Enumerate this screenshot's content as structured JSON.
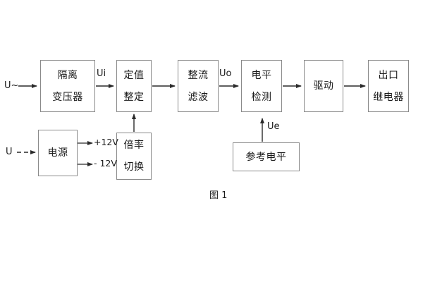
{
  "figure": {
    "caption": "图 1",
    "background": "#ffffff",
    "line_color": "#8a8a8a",
    "text_color": "#1a1a1a"
  },
  "blocks": [
    {
      "id": "isolation-transformer",
      "lines": [
        "隔离",
        "变压器"
      ]
    },
    {
      "id": "setting-value",
      "lines": [
        "定值",
        "整定"
      ]
    },
    {
      "id": "rectify-filter",
      "lines": [
        "整流",
        "滤波"
      ]
    },
    {
      "id": "level-detect",
      "lines": [
        "电平",
        "检测"
      ]
    },
    {
      "id": "drive",
      "lines": [
        "驱动"
      ]
    },
    {
      "id": "output-relay",
      "lines": [
        "出口",
        "继电器"
      ]
    },
    {
      "id": "power-supply",
      "lines": [
        "电源"
      ]
    },
    {
      "id": "multiplier-switch",
      "lines": [
        "倍率",
        "切换"
      ]
    },
    {
      "id": "reference-level",
      "lines": [
        "参考电平"
      ]
    }
  ],
  "labels": {
    "input_ac": "U~",
    "input_dc": "U",
    "ui": "Ui",
    "uo": "Uo",
    "ue": "Ue",
    "pos12v": "+12V",
    "neg12v": "- 12V"
  }
}
